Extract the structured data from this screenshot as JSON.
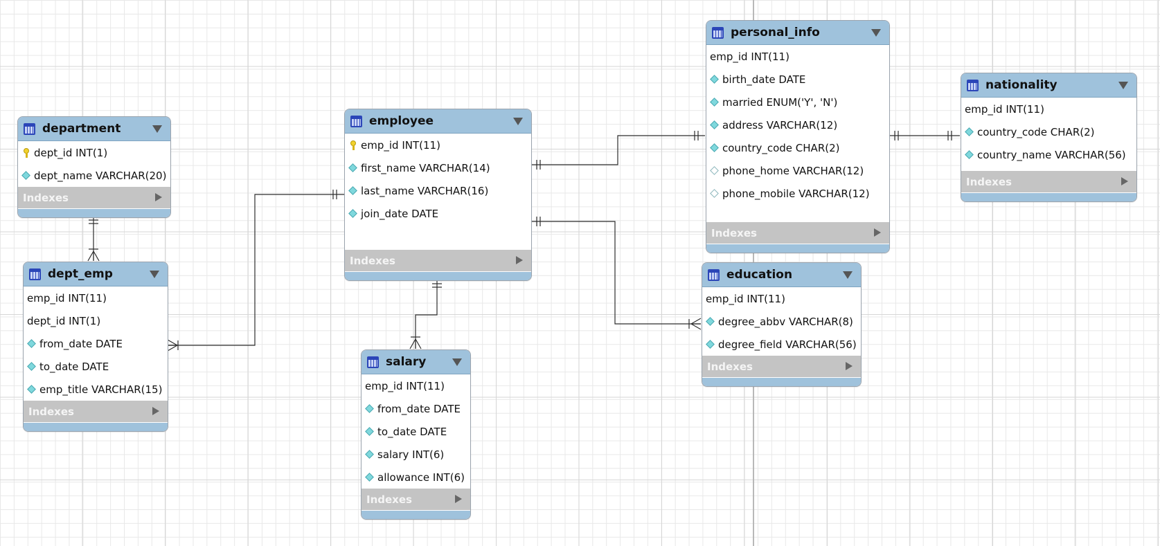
{
  "diagram": {
    "tables": {
      "department": {
        "name": "department",
        "columns": [
          {
            "text": "dept_id INT(1)",
            "icon": "primary-key-icon"
          },
          {
            "text": "dept_name VARCHAR(20)",
            "icon": "column-diamond-icon"
          }
        ],
        "indexes_label": "Indexes"
      },
      "dept_emp": {
        "name": "dept_emp",
        "columns": [
          {
            "text": "emp_id INT(11)",
            "icon": ""
          },
          {
            "text": "dept_id INT(1)",
            "icon": ""
          },
          {
            "text": "from_date DATE",
            "icon": "column-diamond-icon"
          },
          {
            "text": "to_date DATE",
            "icon": "column-diamond-icon"
          },
          {
            "text": "emp_title VARCHAR(15)",
            "icon": "column-diamond-icon"
          }
        ],
        "indexes_label": "Indexes"
      },
      "employee": {
        "name": "employee",
        "columns": [
          {
            "text": "emp_id INT(11)",
            "icon": "primary-key-icon"
          },
          {
            "text": "first_name VARCHAR(14)",
            "icon": "column-diamond-icon"
          },
          {
            "text": "last_name VARCHAR(16)",
            "icon": "column-diamond-icon"
          },
          {
            "text": "join_date DATE",
            "icon": "column-diamond-icon"
          }
        ],
        "indexes_label": "Indexes"
      },
      "salary": {
        "name": "salary",
        "columns": [
          {
            "text": "emp_id INT(11)",
            "icon": ""
          },
          {
            "text": "from_date DATE",
            "icon": "column-diamond-icon"
          },
          {
            "text": "to_date DATE",
            "icon": "column-diamond-icon"
          },
          {
            "text": "salary INT(6)",
            "icon": "column-diamond-icon"
          },
          {
            "text": "allowance INT(6)",
            "icon": "column-diamond-icon"
          }
        ],
        "indexes_label": "Indexes"
      },
      "personal_info": {
        "name": "personal_info",
        "columns": [
          {
            "text": "emp_id INT(11)",
            "icon": ""
          },
          {
            "text": "birth_date DATE",
            "icon": "column-diamond-icon"
          },
          {
            "text": "married ENUM('Y', 'N')",
            "icon": "column-diamond-icon"
          },
          {
            "text": "address VARCHAR(12)",
            "icon": "column-diamond-icon"
          },
          {
            "text": "country_code CHAR(2)",
            "icon": "column-diamond-icon"
          },
          {
            "text": "phone_home VARCHAR(12)",
            "icon": "nullable-diamond-icon"
          },
          {
            "text": "phone_mobile VARCHAR(12)",
            "icon": "nullable-diamond-icon"
          }
        ],
        "indexes_label": "Indexes"
      },
      "nationality": {
        "name": "nationality",
        "columns": [
          {
            "text": "emp_id INT(11)",
            "icon": ""
          },
          {
            "text": "country_code CHAR(2)",
            "icon": "column-diamond-icon"
          },
          {
            "text": "country_name VARCHAR(56)",
            "icon": "column-diamond-icon"
          }
        ],
        "indexes_label": "Indexes"
      },
      "education": {
        "name": "education",
        "columns": [
          {
            "text": "emp_id INT(11)",
            "icon": ""
          },
          {
            "text": "degree_abbv VARCHAR(8)",
            "icon": "column-diamond-icon"
          },
          {
            "text": "degree_field VARCHAR(56)",
            "icon": "column-diamond-icon"
          }
        ],
        "indexes_label": "Indexes"
      }
    },
    "relationships": [
      {
        "from": "department",
        "to": "dept_emp",
        "type": "one-to-many"
      },
      {
        "from": "employee",
        "to": "dept_emp",
        "type": "one-to-many"
      },
      {
        "from": "employee",
        "to": "salary",
        "type": "one-to-many"
      },
      {
        "from": "employee",
        "to": "personal_info",
        "type": "one-to-one"
      },
      {
        "from": "employee",
        "to": "education",
        "type": "one-to-many"
      },
      {
        "from": "personal_info",
        "to": "nationality",
        "type": "one-to-one"
      }
    ],
    "colors": {
      "header": "#9fc2dc",
      "indexes_bar": "#c4c4c4",
      "column_diamond": "#7fd8dd",
      "key": "#f2d22e",
      "table_icon": "#2b45b8"
    }
  }
}
